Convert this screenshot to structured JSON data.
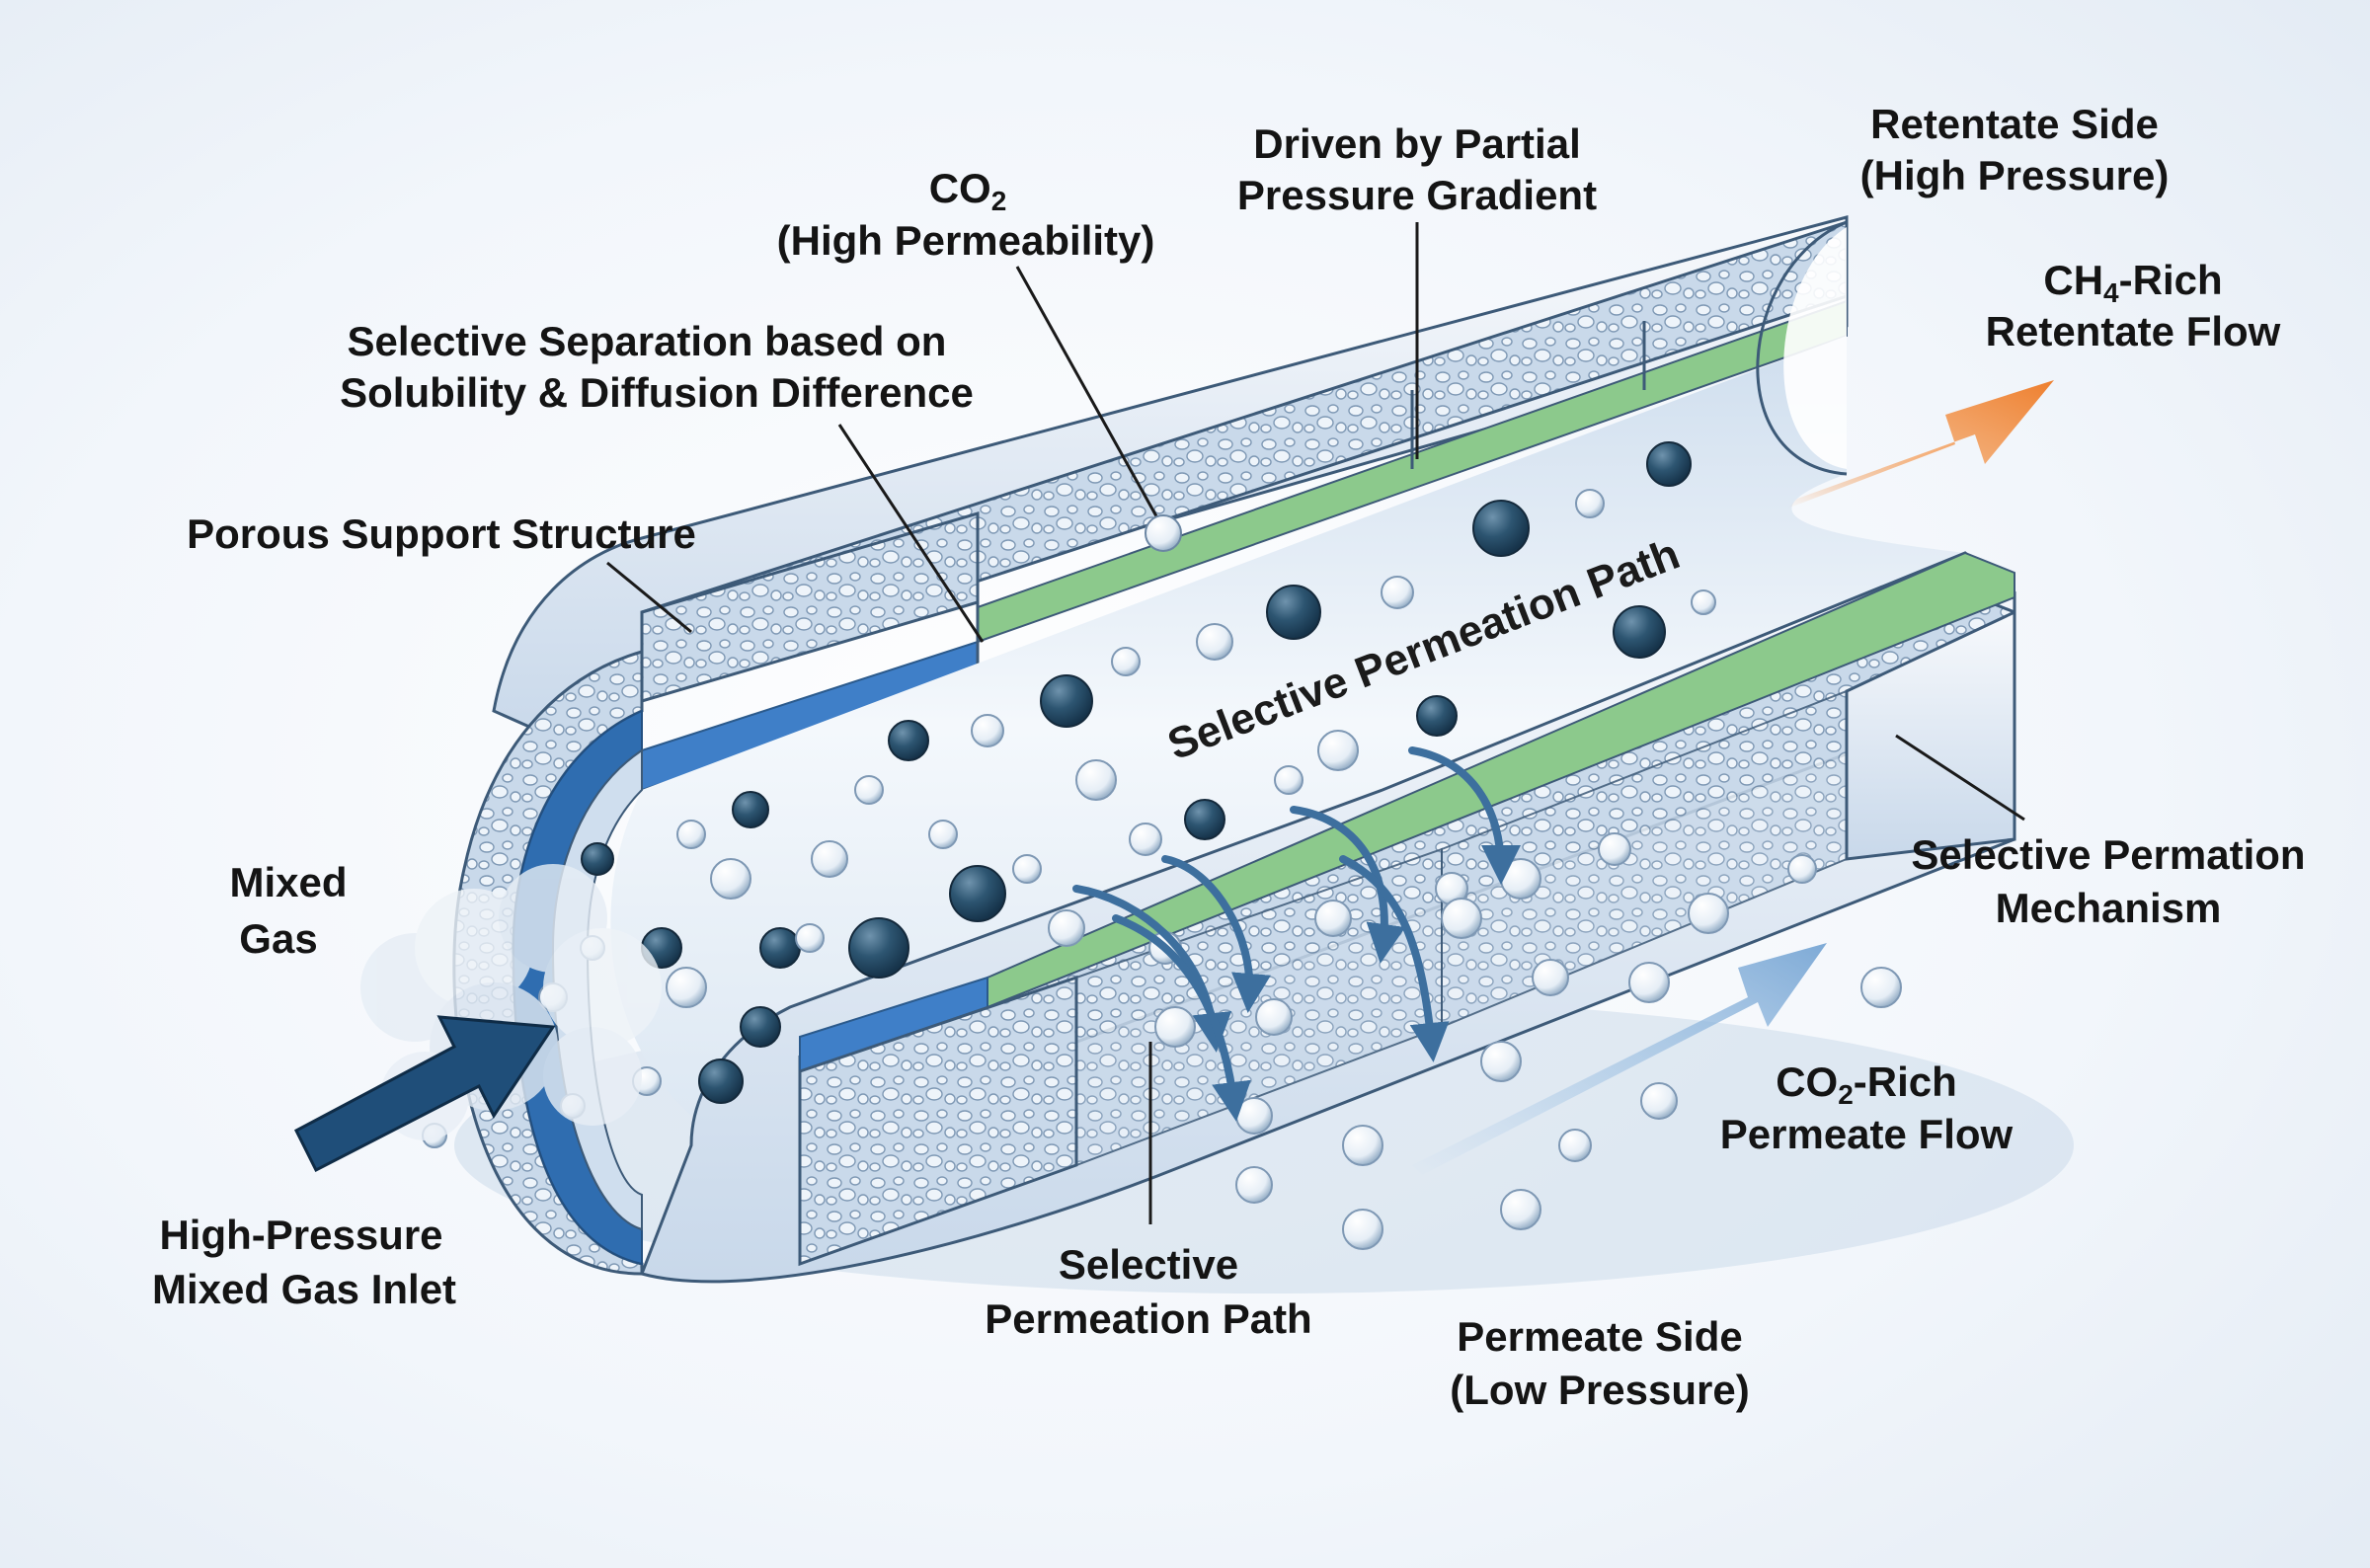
{
  "labels": {
    "co2_title": "CO",
    "co2_sub": "2",
    "co2_desc": "(High Permeability)",
    "driven_1": "Driven by Partial",
    "driven_2": "Pressure Gradient",
    "retentate_side_1": "Retentate Side",
    "retentate_side_2": "(High Pressure)",
    "ch4_main": "CH",
    "ch4_sub": "4",
    "ch4_rest": "-Rich",
    "ch4_line2": "Retentate Flow",
    "selective_sep_1": "Selective Separation based on",
    "selective_sep_2": "Solubility & Diffusion Difference",
    "porous": "Porous Support Structure",
    "inner_path": "Selective Permeation Path",
    "mixed_gas_1": "Mixed",
    "mixed_gas_2": "Gas",
    "mechanism_1": "Selective Permation",
    "mechanism_2": "Mechanism",
    "co2_rich_main": "CO",
    "co2_rich_sub": "2",
    "co2_rich_rest": "-Rich",
    "co2_rich_line2": "Permeate Flow",
    "inlet_1": "High-Pressure",
    "inlet_2": "Mixed Gas Inlet",
    "sel_path_1": "Selective",
    "sel_path_2": "Permeation Path",
    "permeate_side_1": "Permeate Side",
    "permeate_side_2": "(Low Pressure)"
  },
  "colors": {
    "inlet_arrow": "#1f4e79",
    "retentate_arrow": "#f08a3c",
    "permeate_arrow": "#9cc2e6",
    "selective_layer": "#7fbf7f",
    "dense_layer": "#3f7fc8",
    "molecule_dark": "#244a63",
    "molecule_light": "#f2f6fb"
  }
}
